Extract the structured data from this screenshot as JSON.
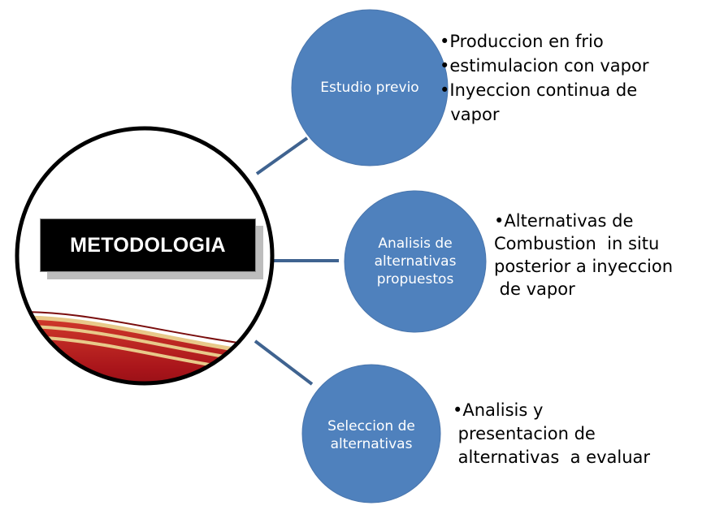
{
  "center": {
    "title": "METODOLOGIA"
  },
  "nodes": [
    {
      "label_lines": [
        "Estudio previo"
      ],
      "bullets": [
        "•Produccion en frio",
        "•estimulacion con vapor",
        "•Inyeccion continua de",
        "  vapor"
      ]
    },
    {
      "label_lines": [
        "Analisis de",
        "alternativas",
        "propuestos"
      ],
      "bullets": [
        "•Alternativas de",
        "Combustion  in situ",
        "posterior a inyeccion",
        " de vapor"
      ]
    },
    {
      "label_lines": [
        "Seleccion de",
        "alternativas"
      ],
      "bullets": [
        "•Analisis y",
        " presentacion de",
        " alternativas  a evaluar"
      ]
    }
  ],
  "colors": {
    "bubble": "#4f81bd",
    "bubble_border": "#4a76ad",
    "connector": "#3f6390",
    "banner": "#b41e1e",
    "stripe": "#e8c98a"
  }
}
